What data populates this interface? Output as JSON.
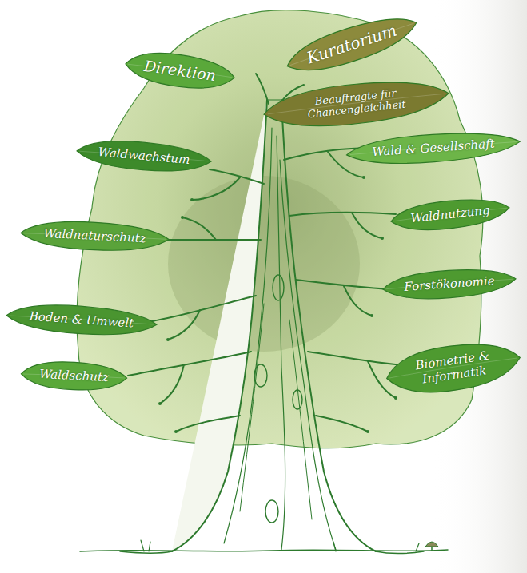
{
  "diagram": {
    "nodes": [
      {
        "text": [
          "Direktion"
        ]
      },
      {
        "text": [
          "Kuratorium"
        ]
      },
      {
        "text": [
          "Beauftragte für Chancengleichheit"
        ]
      },
      {
        "text": [
          "Waldwachstum"
        ]
      },
      {
        "text": [
          "Wald & Gesellschaft"
        ]
      },
      {
        "text": [
          "Waldnaturschutz"
        ]
      },
      {
        "text": [
          "Waldnutzung"
        ]
      },
      {
        "text": [
          "Forstökonomie"
        ]
      },
      {
        "text": [
          "Boden & Umwelt"
        ]
      },
      {
        "text": [
          "Biometrie & Informatik"
        ]
      },
      {
        "text": [
          "Waldschutz"
        ]
      }
    ]
  }
}
